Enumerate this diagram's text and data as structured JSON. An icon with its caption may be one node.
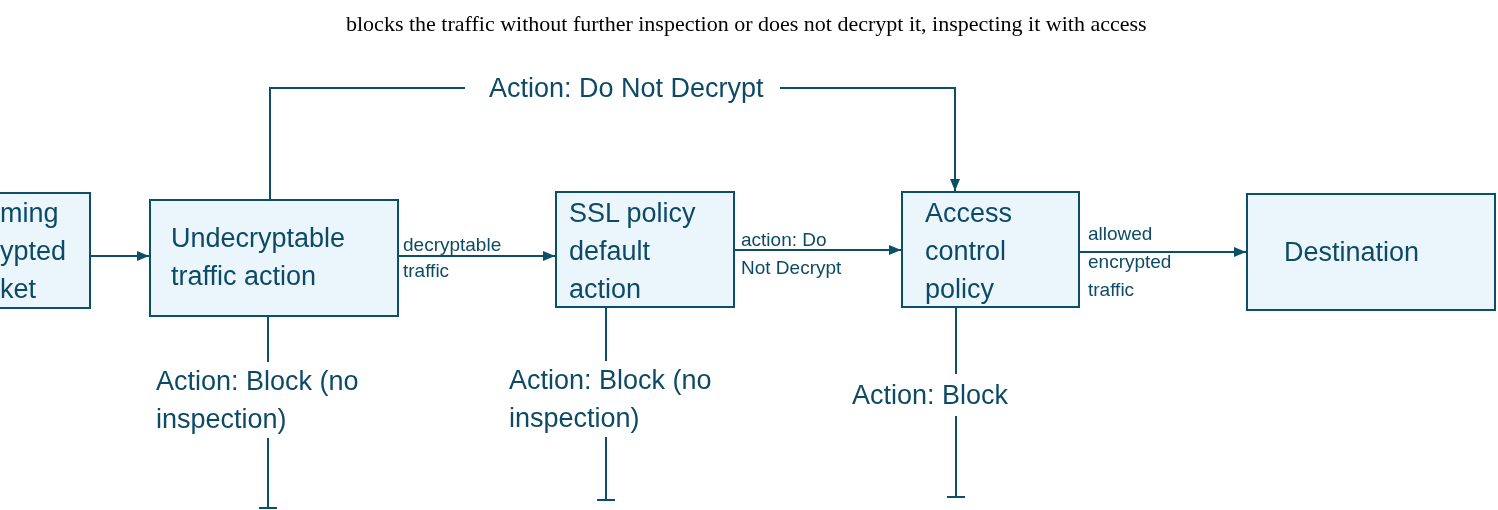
{
  "diagram": {
    "nodes": [
      {
        "text": [
          "ming ypted ket"
        ]
      },
      {
        "text": [
          "Undecryptable traffic action"
        ]
      },
      {
        "text": [
          "SSL policy default action"
        ]
      },
      {
        "text": [
          "Access control policy"
        ]
      },
      {
        "text": [
          "Destination"
        ]
      }
    ],
    "edges": [
      {
        "from": 0,
        "to": 1,
        "arrow": "to"
      },
      {
        "from": 1,
        "to": 2,
        "arrow": "to",
        "label": "decryptable traffic"
      },
      {
        "from": 2,
        "to": 3,
        "arrow": "to",
        "label": "action: Do Not Decrypt"
      },
      {
        "from": 3,
        "to": 4,
        "arrow": "to",
        "label": "allowed encrypted traffic"
      },
      {
        "from": 1,
        "to": 3,
        "arrow": "to",
        "label": "Action: Do Not Decrypt"
      },
      {
        "from": 1,
        "to": null,
        "arrow": "other",
        "label": "Action: Block (no inspection)"
      },
      {
        "from": 2,
        "to": null,
        "arrow": "other",
        "label": "Action: Block (no inspection)"
      },
      {
        "from": 3,
        "to": null,
        "arrow": "other",
        "label": "Action: Block"
      }
    ],
    "labels": [
      "blocks the traffic without further inspection or does not decrypt it, inspecting it with access"
    ]
  }
}
